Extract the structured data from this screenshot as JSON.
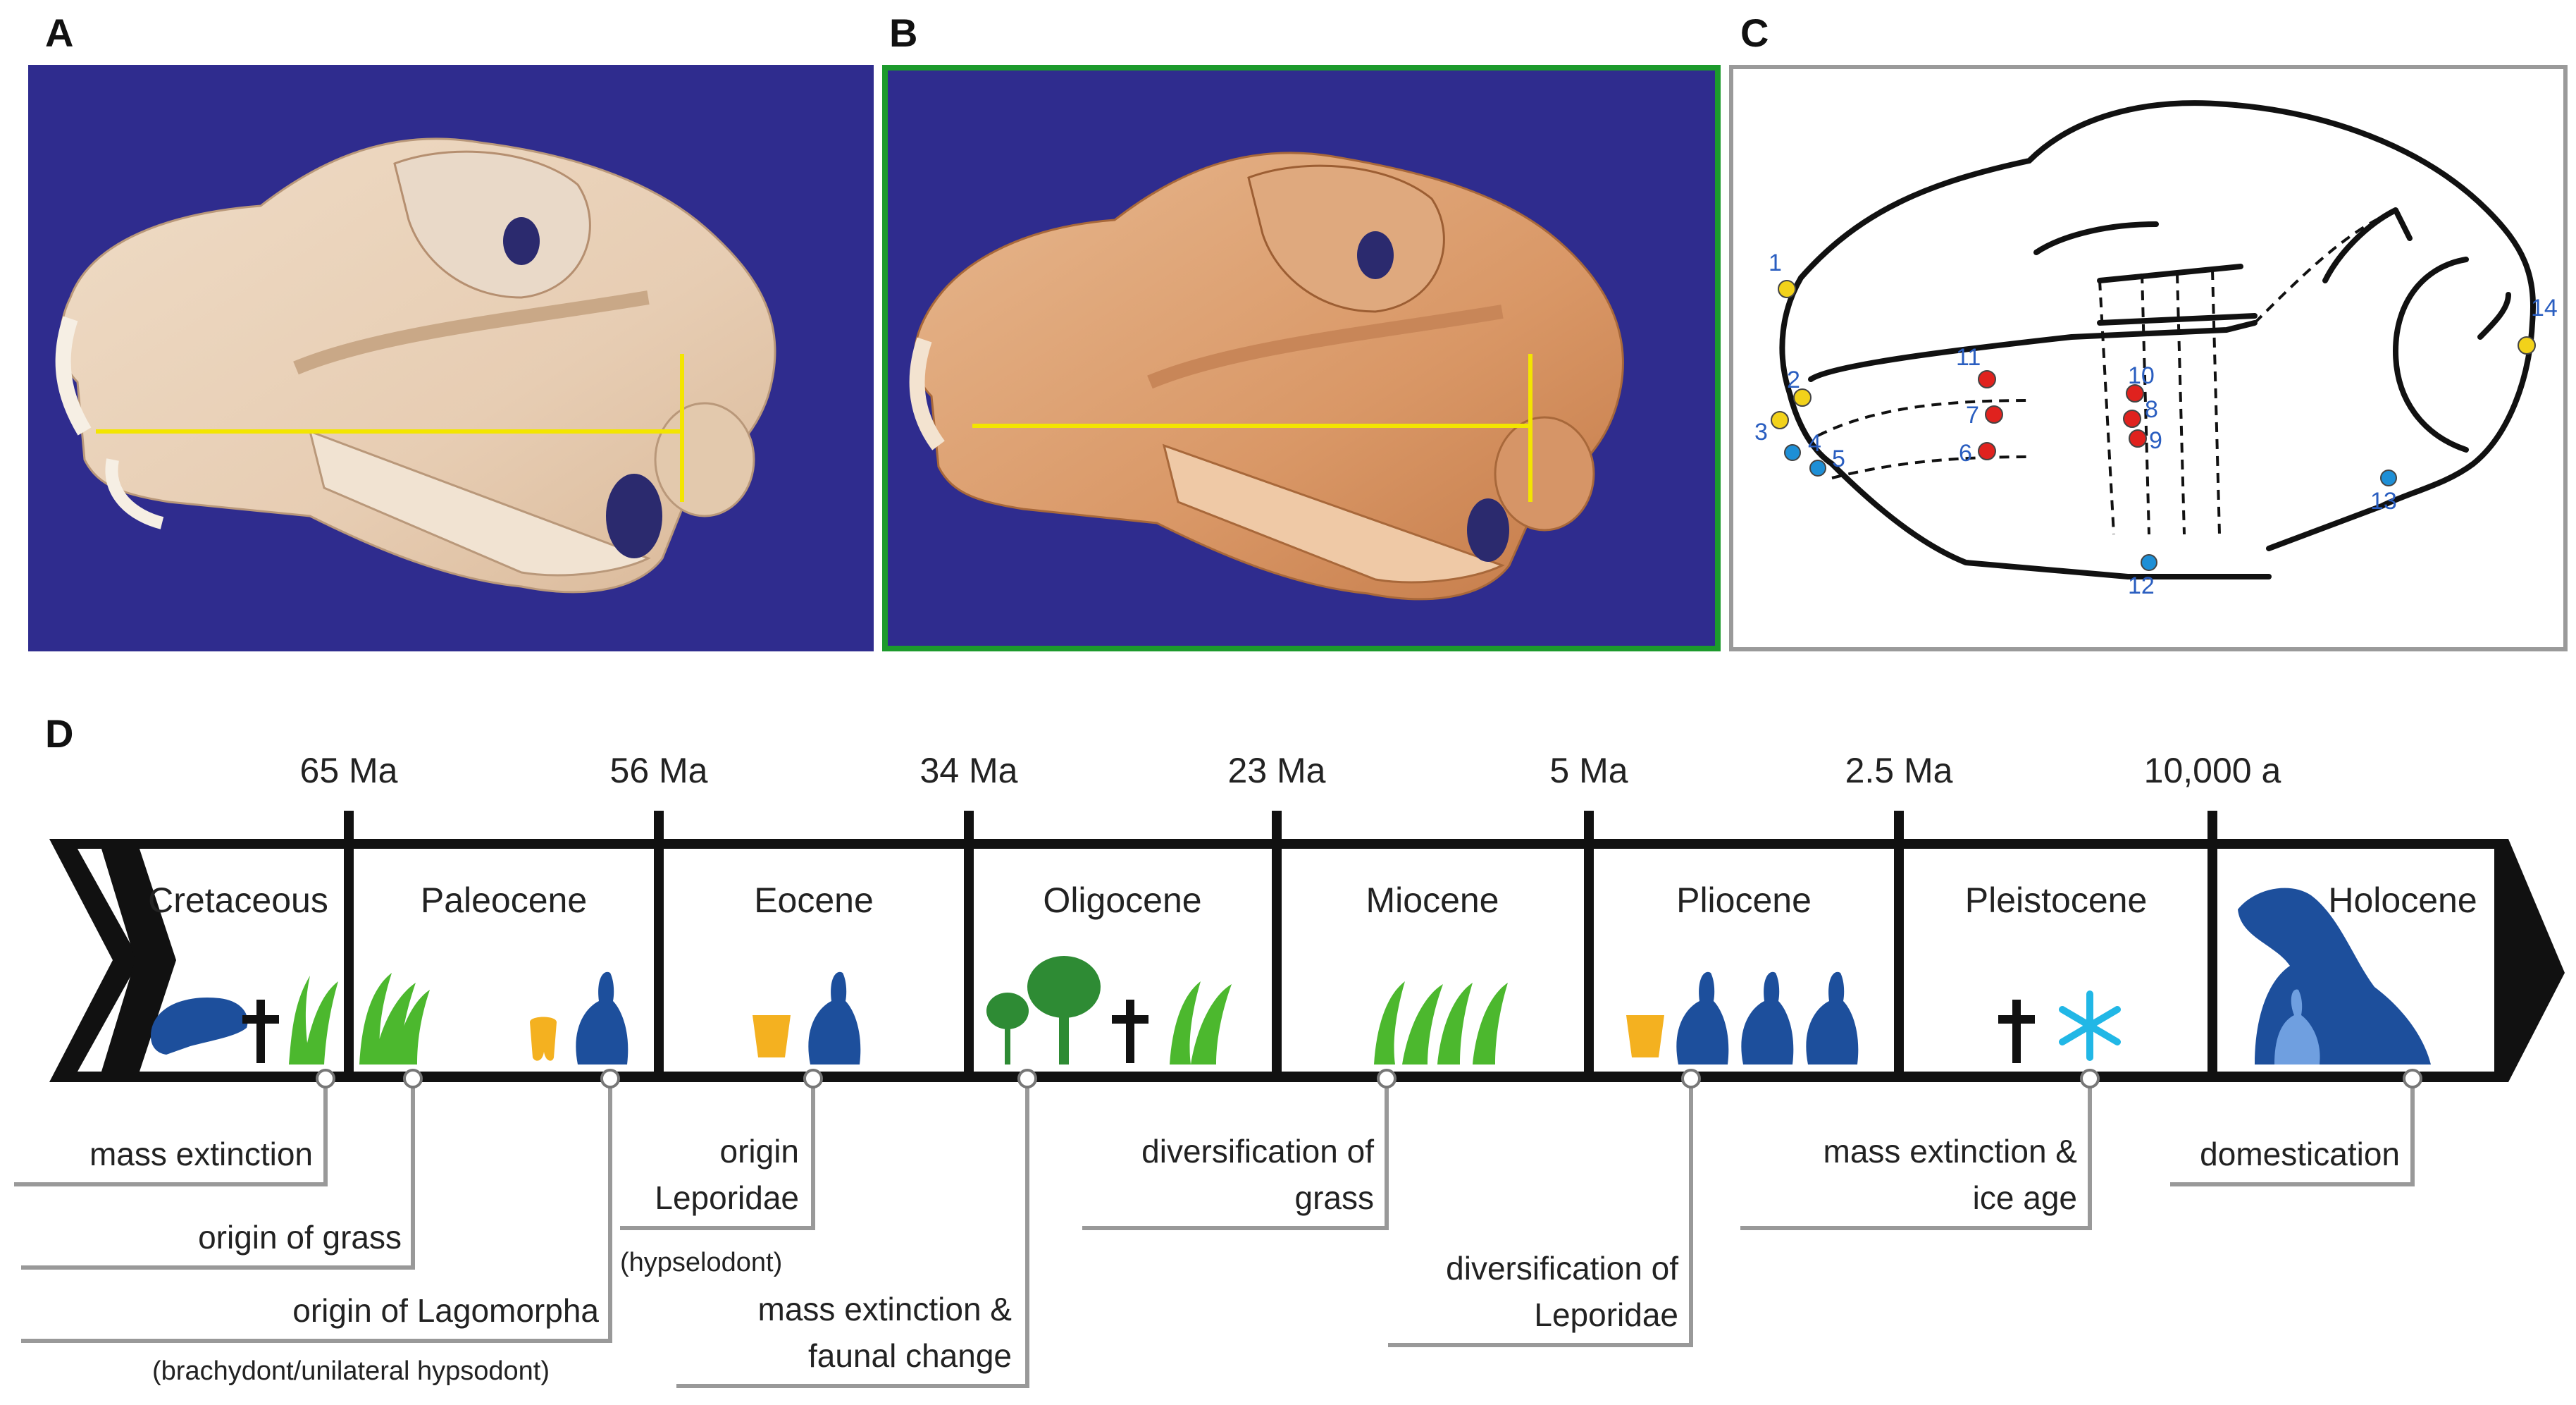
{
  "panels": {
    "a": {
      "label": "A"
    },
    "b": {
      "label": "B"
    },
    "c": {
      "label": "C",
      "landmarks": [
        "1",
        "2",
        "3",
        "4",
        "5",
        "6",
        "7",
        "8",
        "9",
        "10",
        "11",
        "12",
        "13",
        "14"
      ]
    },
    "d": {
      "label": "D"
    }
  },
  "timeline": {
    "ages": [
      "65 Ma",
      "56 Ma",
      "34 Ma",
      "23 Ma",
      "5 Ma",
      "2.5 Ma",
      "10,000 a"
    ],
    "periods": [
      "Cretaceous",
      "Paleocene",
      "Eocene",
      "Oligocene",
      "Miocene",
      "Pliocene",
      "Pleistocene",
      "Holocene"
    ],
    "events": {
      "e1": "mass extinction",
      "e2": "origin of grass",
      "e3": "origin of Lagomorpha",
      "e3_note": "(brachydont/unilateral hypsodont)",
      "e4_line1": "origin",
      "e4_line2": "Leporidae",
      "e4_note": "(hypselodont)",
      "e5_line1": "mass extinction &",
      "e5_line2": "faunal change",
      "e6_line1": "diversification of",
      "e6_line2": "grass",
      "e7_line1": "diversification of",
      "e7_line2": "Leporidae",
      "e8_line1": "mass extinction &",
      "e8_line2": "ice age",
      "e9": "domestication"
    }
  },
  "colors": {
    "photo_bg": "#2f2c8e",
    "frame_green": "#1c9a2c",
    "measure_yellow": "#f3e500",
    "landmark_yellow": "#f2d21a",
    "landmark_blue": "#1e8fd6",
    "landmark_red": "#e0221e",
    "landmark_text": "#2a5ec0",
    "icon_blue": "#1d4f9c",
    "grass_green": "#4cb82e",
    "tree_green": "#2e8b34",
    "tooth_orange": "#f4b120",
    "snow_cyan": "#21b7e6"
  },
  "icons": [
    "skull-fossil-icon",
    "dagger-icon",
    "grass-icon",
    "tooth-icon",
    "rabbit-icon",
    "tree-icon",
    "snowflake-icon",
    "dog-icon"
  ]
}
